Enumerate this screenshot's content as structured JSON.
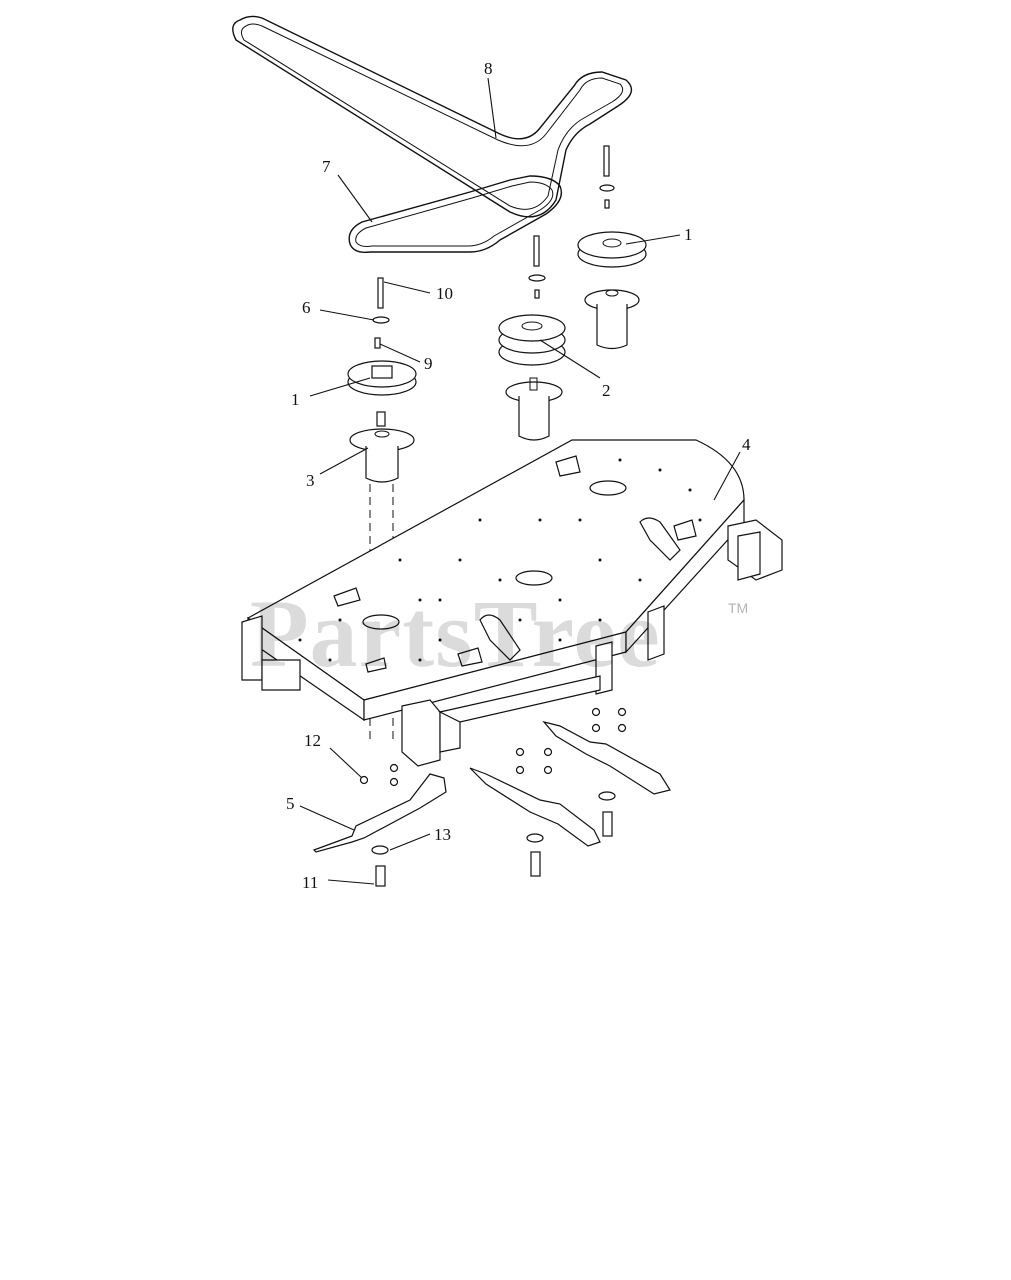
{
  "watermark": {
    "text": "PartsTree",
    "trademark": "TM"
  },
  "callouts": [
    {
      "id": "belt-upper",
      "label": "8"
    },
    {
      "id": "belt-lower",
      "label": "7"
    },
    {
      "id": "pulley-right",
      "label": "1"
    },
    {
      "id": "pin-top",
      "label": "10"
    },
    {
      "id": "washer-top",
      "label": "6"
    },
    {
      "id": "key",
      "label": "9"
    },
    {
      "id": "pulley-left",
      "label": "1"
    },
    {
      "id": "pulley-double",
      "label": "2"
    },
    {
      "id": "spindle",
      "label": "3"
    },
    {
      "id": "deck",
      "label": "4"
    },
    {
      "id": "nut",
      "label": "12"
    },
    {
      "id": "blade",
      "label": "5"
    },
    {
      "id": "washer-bottom",
      "label": "13"
    },
    {
      "id": "bolt",
      "label": "11"
    }
  ],
  "colors": {
    "line": "#111111",
    "background": "#ffffff",
    "watermark": "#b8b8b8"
  }
}
